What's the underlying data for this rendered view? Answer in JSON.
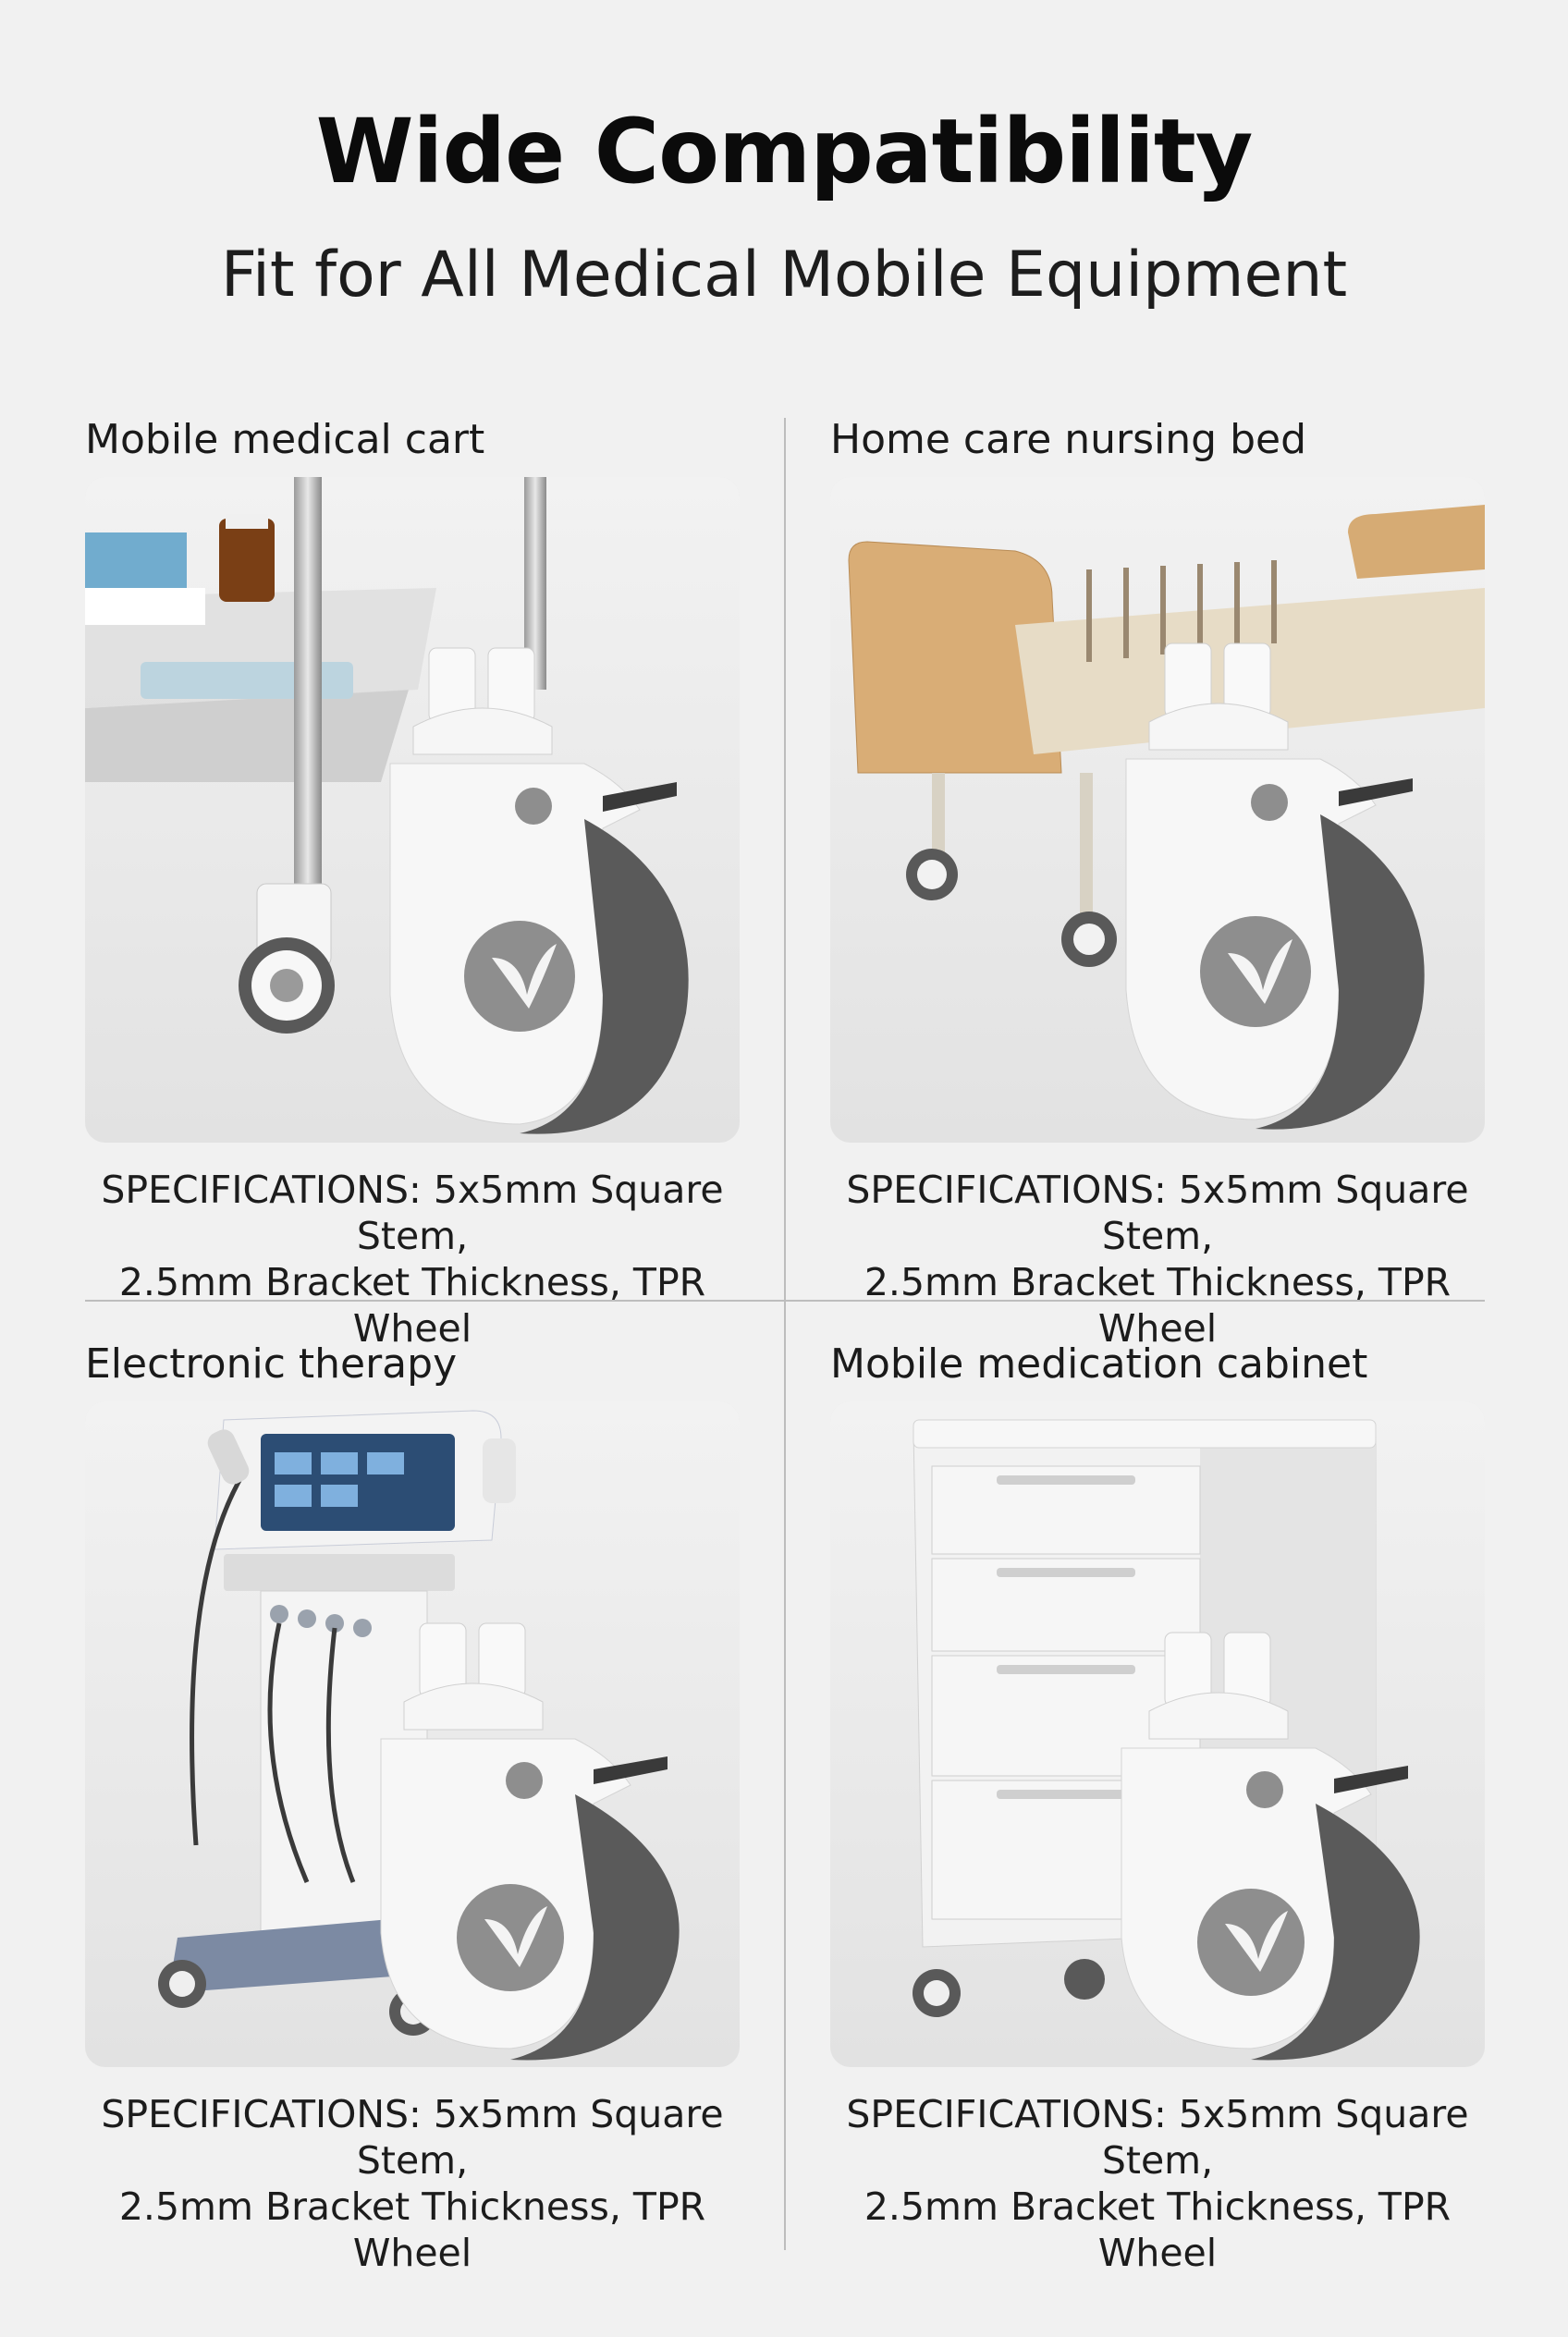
{
  "header": {
    "title": "Wide Compatibility",
    "subtitle": "Fit for All Medical Mobile Equipment"
  },
  "cells": [
    {
      "label": "Mobile medical cart",
      "spec_line1": "SPECIFICATIONS: 5x5mm Square Stem,",
      "spec_line2": "2.5mm Bracket Thickness, TPR Wheel"
    },
    {
      "label": "Home care nursing bed",
      "spec_line1": "SPECIFICATIONS: 5x5mm Square Stem,",
      "spec_line2": "2.5mm Bracket Thickness, TPR Wheel"
    },
    {
      "label": "Electronic therapy",
      "spec_line1": "SPECIFICATIONS: 5x5mm Square Stem,",
      "spec_line2": "2.5mm Bracket Thickness, TPR Wheel"
    },
    {
      "label": "Mobile medication cabinet",
      "spec_line1": "SPECIFICATIONS: 5x5mm Square Stem,",
      "spec_line2": "2.5mm Bracket Thickness, TPR Wheel"
    }
  ],
  "colors": {
    "background": "#f1f1f1",
    "caster_body": "#f7f7f7",
    "caster_tire": "#5a5a5a",
    "logo_disc": "#8e8e8e"
  }
}
